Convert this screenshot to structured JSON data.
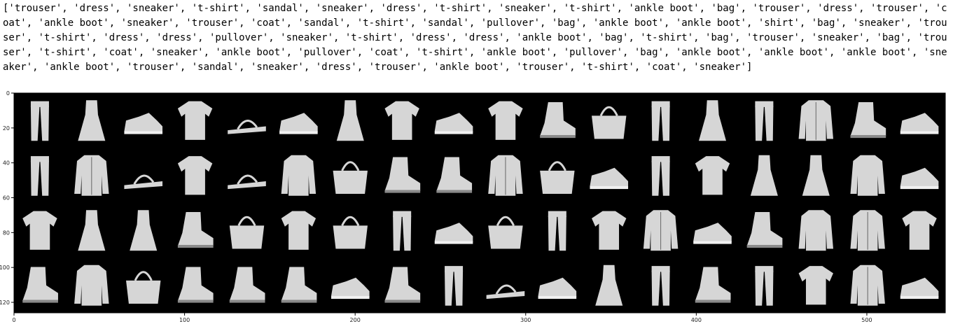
{
  "output": {
    "labels": [
      "trouser",
      "dress",
      "sneaker",
      "t-shirt",
      "sandal",
      "sneaker",
      "dress",
      "t-shirt",
      "sneaker",
      "t-shirt",
      "ankle boot",
      "bag",
      "trouser",
      "dress",
      "trouser",
      "coat",
      "ankle boot",
      "sneaker",
      "trouser",
      "coat",
      "sandal",
      "t-shirt",
      "sandal",
      "pullover",
      "bag",
      "ankle boot",
      "ankle boot",
      "shirt",
      "bag",
      "sneaker",
      "trouser",
      "t-shirt",
      "dress",
      "dress",
      "pullover",
      "sneaker",
      "t-shirt",
      "dress",
      "dress",
      "ankle boot",
      "bag",
      "t-shirt",
      "bag",
      "trouser",
      "sneaker",
      "bag",
      "trouser",
      "t-shirt",
      "coat",
      "sneaker",
      "ankle boot",
      "pullover",
      "coat",
      "t-shirt",
      "ankle boot",
      "pullover",
      "bag",
      "ankle boot",
      "ankle boot",
      "ankle boot",
      "sneaker",
      "ankle boot",
      "trouser",
      "sandal",
      "sneaker",
      "dress",
      "trouser",
      "ankle boot",
      "trouser",
      "t-shirt",
      "coat",
      "sneaker"
    ]
  },
  "figure": {
    "background": "#000000",
    "foreground": "#d6d6d6",
    "grid": {
      "rows": 4,
      "cols": 18
    },
    "x_range": [
      0,
      546
    ],
    "y_range": [
      0,
      126
    ],
    "x_ticks": [
      0,
      100,
      200,
      300,
      400,
      500
    ],
    "y_ticks": [
      0,
      20,
      40,
      60,
      80,
      100,
      120
    ]
  }
}
